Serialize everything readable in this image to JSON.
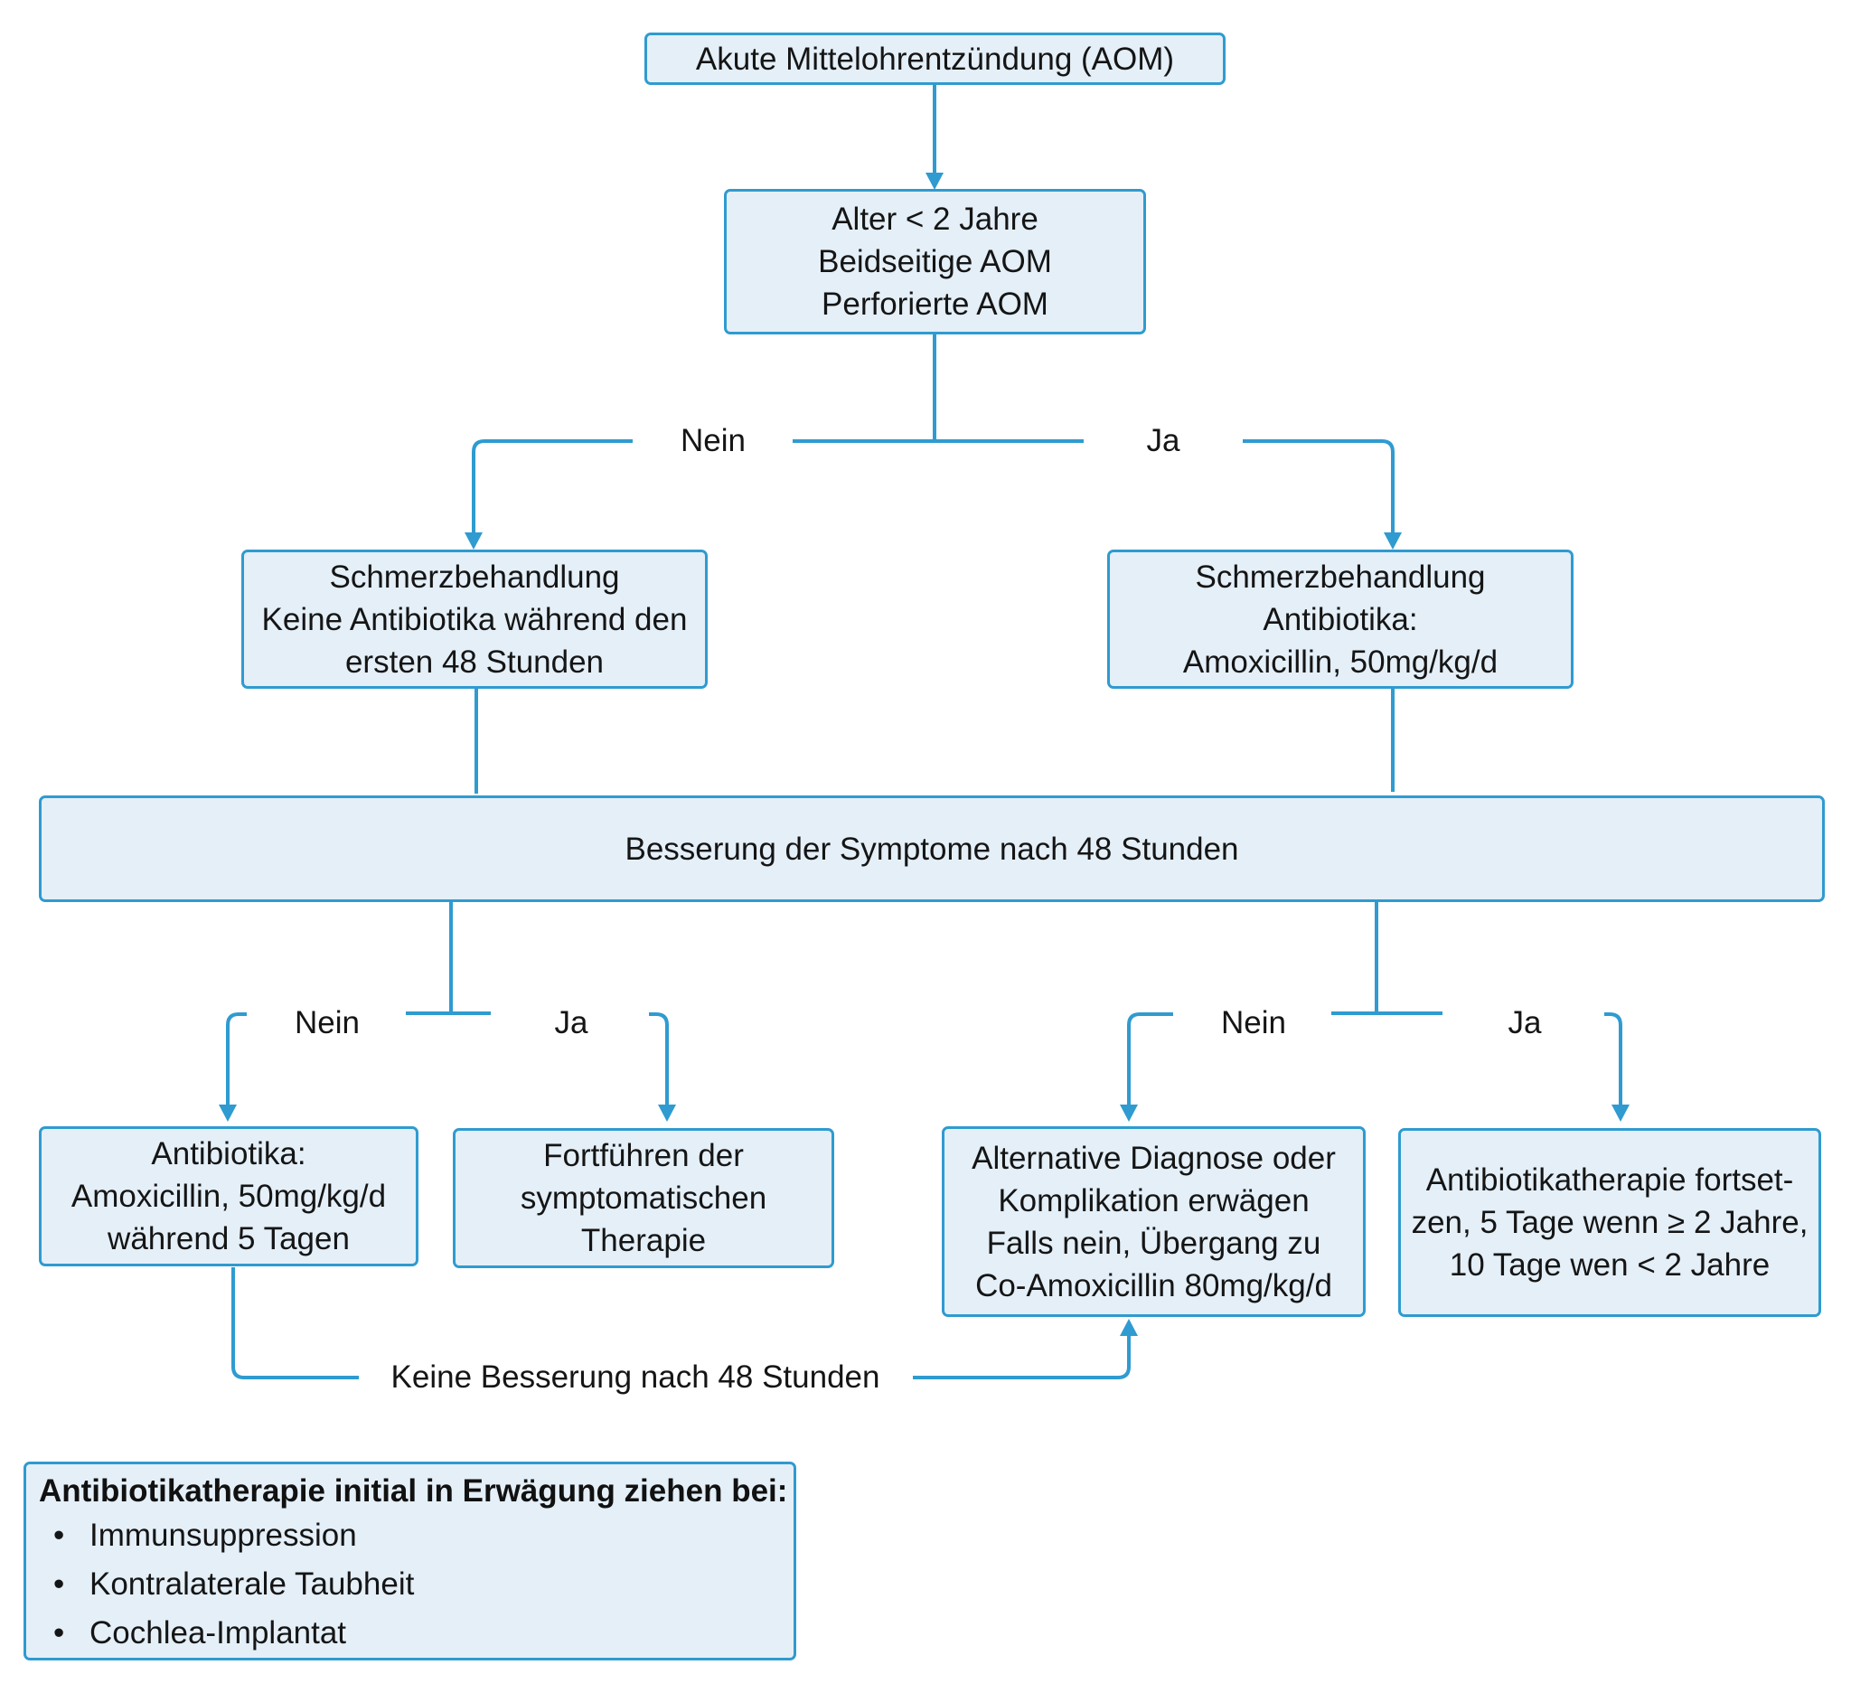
{
  "colors": {
    "line": "#2f9bd0",
    "box_fill": "#e4eff8",
    "text": "#151515"
  },
  "start": "Akute Mittelohrentzündung (AOM)",
  "criteria": [
    "Alter < 2 Jahre",
    "Beidseitige AOM",
    "Perforierte AOM"
  ],
  "branch_labels": {
    "no": "Nein",
    "yes": "Ja"
  },
  "left_treatment": [
    "Schmerzbehandlung",
    "Keine Antibiotika während den",
    "ersten 48 Stunden"
  ],
  "right_treatment": [
    "Schmerzbehandlung",
    "Antibiotika:",
    "Amoxicillin, 50mg/kg/d"
  ],
  "improvement": "Besserung der Symptome nach 48 Stunden",
  "outcomes": {
    "left_no": [
      "Antibiotika:",
      "Amoxicillin, 50mg/kg/d",
      "während 5 Tagen"
    ],
    "left_yes": [
      "Fortführen der",
      "symptomatischen",
      "Therapie"
    ],
    "right_no": [
      "Alternative Diagnose oder",
      "Komplikation erwägen",
      "Falls nein, Übergang zu",
      "Co-Amoxicillin 80mg/kg/d"
    ],
    "right_yes": [
      "Antibiotikatherapie fortset-",
      "zen, 5 Tage wenn ≥ 2 Jahre,",
      "10 Tage wen < 2 Jahre"
    ]
  },
  "no_improvement_label": "Keine Besserung nach 48 Stunden",
  "note": {
    "title": "Antibiotikatherapie initial in Erwägung ziehen bei:",
    "bullet": "•",
    "items": [
      "Immunsuppression",
      "Kontralaterale Taubheit",
      "Cochlea-Implantat"
    ]
  }
}
